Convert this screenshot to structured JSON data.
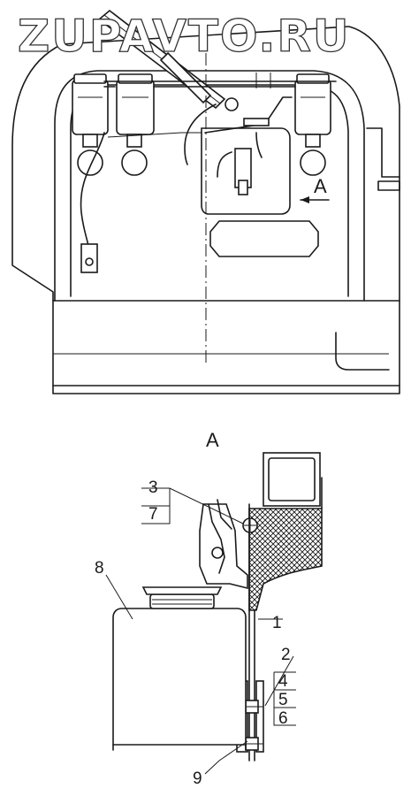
{
  "watermark": "ZUPAVTO.RU",
  "view_marker": "A",
  "section_title": "A",
  "callouts": {
    "c1": "1",
    "c2": "2",
    "c3": "3",
    "c4": "4",
    "c5": "5",
    "c6": "6",
    "c7": "7",
    "c8": "8",
    "c9": "9"
  }
}
